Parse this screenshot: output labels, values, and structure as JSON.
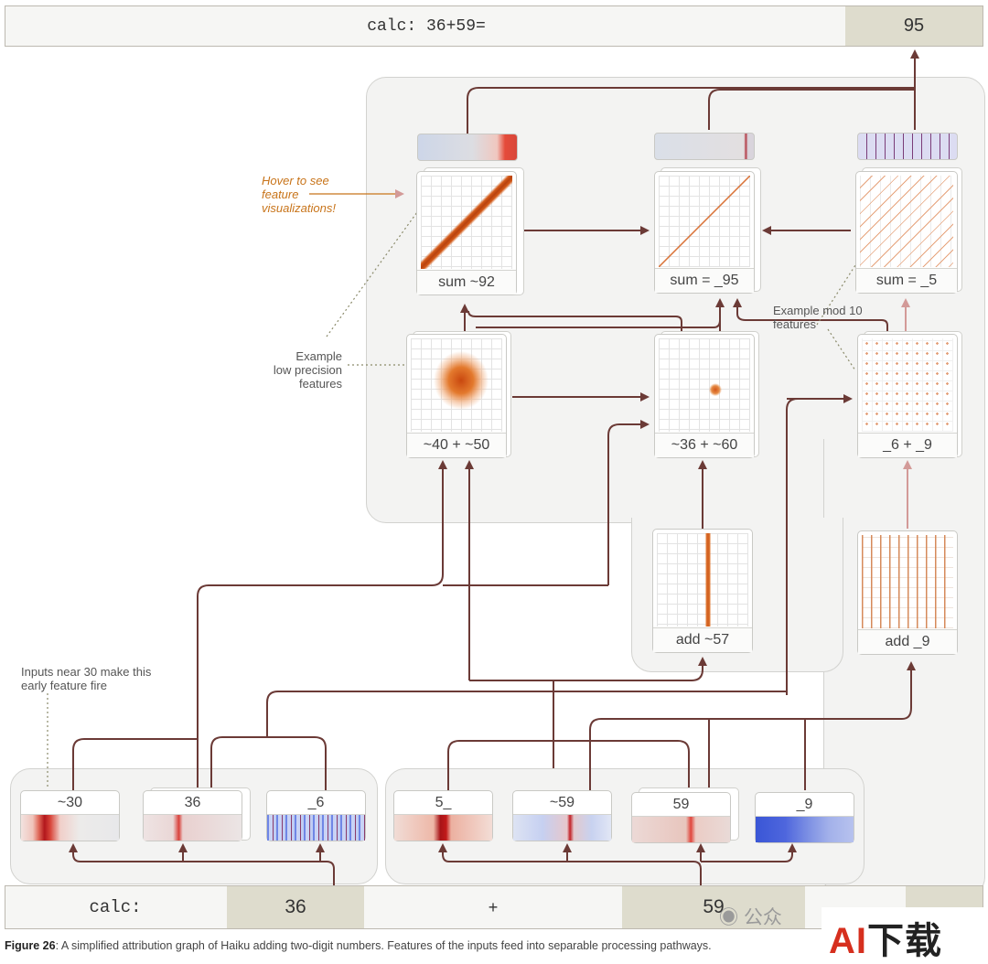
{
  "top_bar": {
    "prompt": "calc: 36+59=",
    "answer": "95"
  },
  "bottom_bar": {
    "prefix": "calc:",
    "operand_a": "36",
    "operator": "+",
    "operand_b": "59"
  },
  "output_features": [
    {
      "label": "sum ~92"
    },
    {
      "label": "sum = _95"
    },
    {
      "label": "sum = _5"
    }
  ],
  "middle_features": [
    {
      "label": "~40 + ~50"
    },
    {
      "label": "~36 + ~60"
    },
    {
      "label": "_6 + _9"
    }
  ],
  "lookup_features": [
    {
      "label": "add ~57"
    },
    {
      "label": "add _9"
    }
  ],
  "input_features_a": [
    {
      "label": "~30"
    },
    {
      "label": "36"
    },
    {
      "label": "_6"
    }
  ],
  "input_features_b": [
    {
      "label": "5_"
    },
    {
      "label": "~59"
    },
    {
      "label": "59"
    },
    {
      "label": "_9"
    }
  ],
  "annotations": {
    "hover_hint": [
      "Hover to see",
      "feature",
      "visualizations!"
    ],
    "low_precision": [
      "Example",
      "low precision",
      "features"
    ],
    "mod10": [
      "Example mod 10",
      "features"
    ],
    "early_fire": [
      "Inputs near 30 make this",
      "early feature fire"
    ]
  },
  "caption": {
    "label": "Figure 26",
    "text": ": A simplified attribution graph of Haiku adding two-digit numbers. Features of the inputs feed into separable processing pathways."
  },
  "watermark": {
    "text": "公众",
    "logo_a": "AI",
    "logo_b": "下载"
  },
  "colors": {
    "arrow": "#6b3a36",
    "arrow_light": "#d39a98",
    "orange": "#e06a1a",
    "red": "#c62828",
    "blue": "#4a64e0"
  }
}
